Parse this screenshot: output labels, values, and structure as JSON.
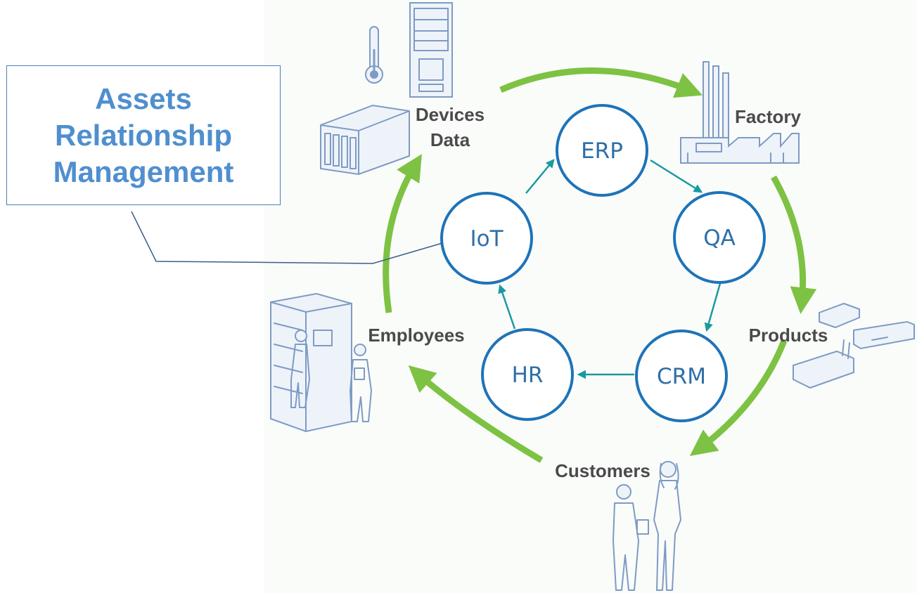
{
  "callout": {
    "lines": [
      "Assets",
      "Relationship",
      "Management"
    ]
  },
  "inner_cycle": {
    "nodes": [
      {
        "id": "erp",
        "label": "ERP"
      },
      {
        "id": "qa",
        "label": "QA"
      },
      {
        "id": "crm",
        "label": "CRM"
      },
      {
        "id": "hr",
        "label": "HR"
      },
      {
        "id": "iot",
        "label": "IoT"
      }
    ]
  },
  "outer_cycle": {
    "stages": [
      {
        "id": "devices-data",
        "lines": [
          "Devices",
          "Data"
        ]
      },
      {
        "id": "factory",
        "lines": [
          "Factory"
        ]
      },
      {
        "id": "products",
        "lines": [
          "Products"
        ]
      },
      {
        "id": "customers",
        "lines": [
          "Customers"
        ]
      },
      {
        "id": "employees",
        "lines": [
          "Employees"
        ]
      }
    ]
  },
  "colors": {
    "accent_green": "#7dc242",
    "node_blue": "#1e73b8",
    "teal_arrow": "#1a9aa0",
    "callout_text": "#4f8fcf",
    "stage_text": "#4a4a4a",
    "icon_line": "#7e9bc4"
  }
}
